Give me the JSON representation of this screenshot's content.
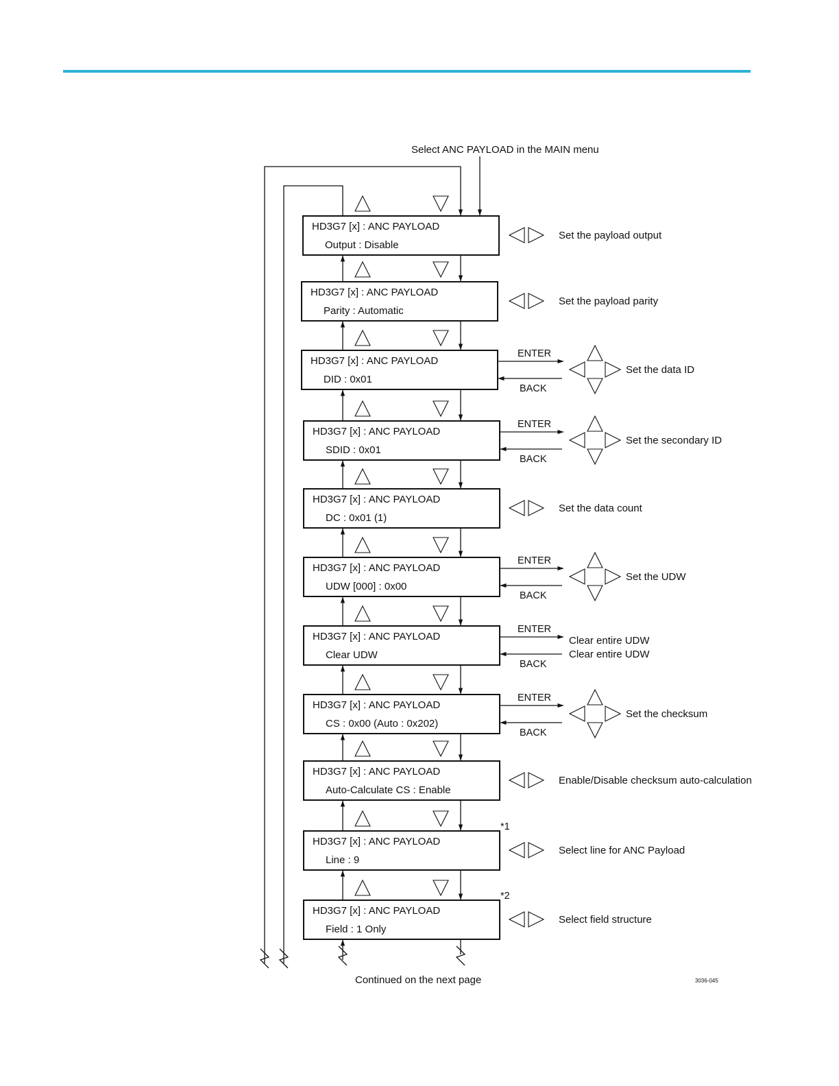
{
  "page": {
    "accent_color": "#2bb3d9"
  },
  "diagram": {
    "entry_label": "Select ANC PAYLOAD in the MAIN menu",
    "continued_label": "Continued on the next page",
    "figure_id": "3036-045",
    "enter_label": "ENTER",
    "back_label": "BACK",
    "boxes": [
      {
        "title": "HD3G7 [x] : ANC PAYLOAD",
        "value": "Output : Disable",
        "desc": "Set the payload output",
        "control": "left-right"
      },
      {
        "title": "HD3G7 [x] : ANC PAYLOAD",
        "value": "Parity :  Automatic",
        "desc": "Set the payload parity",
        "control": "left-right"
      },
      {
        "title": "HD3G7 [x] :  ANC PAYLOAD",
        "value": "DID :  0x01",
        "desc": "Set the data ID",
        "control": "enter-pad"
      },
      {
        "title": "HD3G7 [x] :  ANC PAYLOAD",
        "value": "SDID : 0x01",
        "desc": "Set the secondary ID",
        "control": "enter-pad"
      },
      {
        "title": "HD3G7 [x] :  ANC PAYLOAD",
        "value": "DC :  0x01  (1)",
        "desc": "Set the data count",
        "control": "left-right"
      },
      {
        "title": "HD3G7 [x] :  ANC PAYLOAD",
        "value": "UDW [000] : 0x00",
        "desc": "Set the UDW",
        "control": "enter-pad"
      },
      {
        "title": "HD3G7 [x] :  ANC PAYLOAD",
        "value": "Clear UDW",
        "desc": "Clear entire UDW",
        "desc2": "Clear entire UDW",
        "control": "enter-text"
      },
      {
        "title": "HD3G7 [x] :  ANC PAYLOAD",
        "value": "CS :  0x00  (Auto : 0x202)",
        "desc": "Set the checksum",
        "control": "enter-pad"
      },
      {
        "title": "HD3G7 [x] :  ANC PAYLOAD",
        "value": "Auto-Calculate CS : Enable",
        "desc": "Enable/Disable checksum auto-calculation",
        "control": "left-right"
      },
      {
        "title": "HD3G7 [x] :  ANC PAYLOAD",
        "value": "Line :  9",
        "desc": "Select line for ANC Payload",
        "control": "left-right",
        "note": "*1"
      },
      {
        "title": "HD3G7 [x] :  ANC PAYLOAD",
        "value": "Field :  1 Only",
        "desc": "Select field structure",
        "control": "left-right",
        "note": "*2"
      }
    ]
  }
}
